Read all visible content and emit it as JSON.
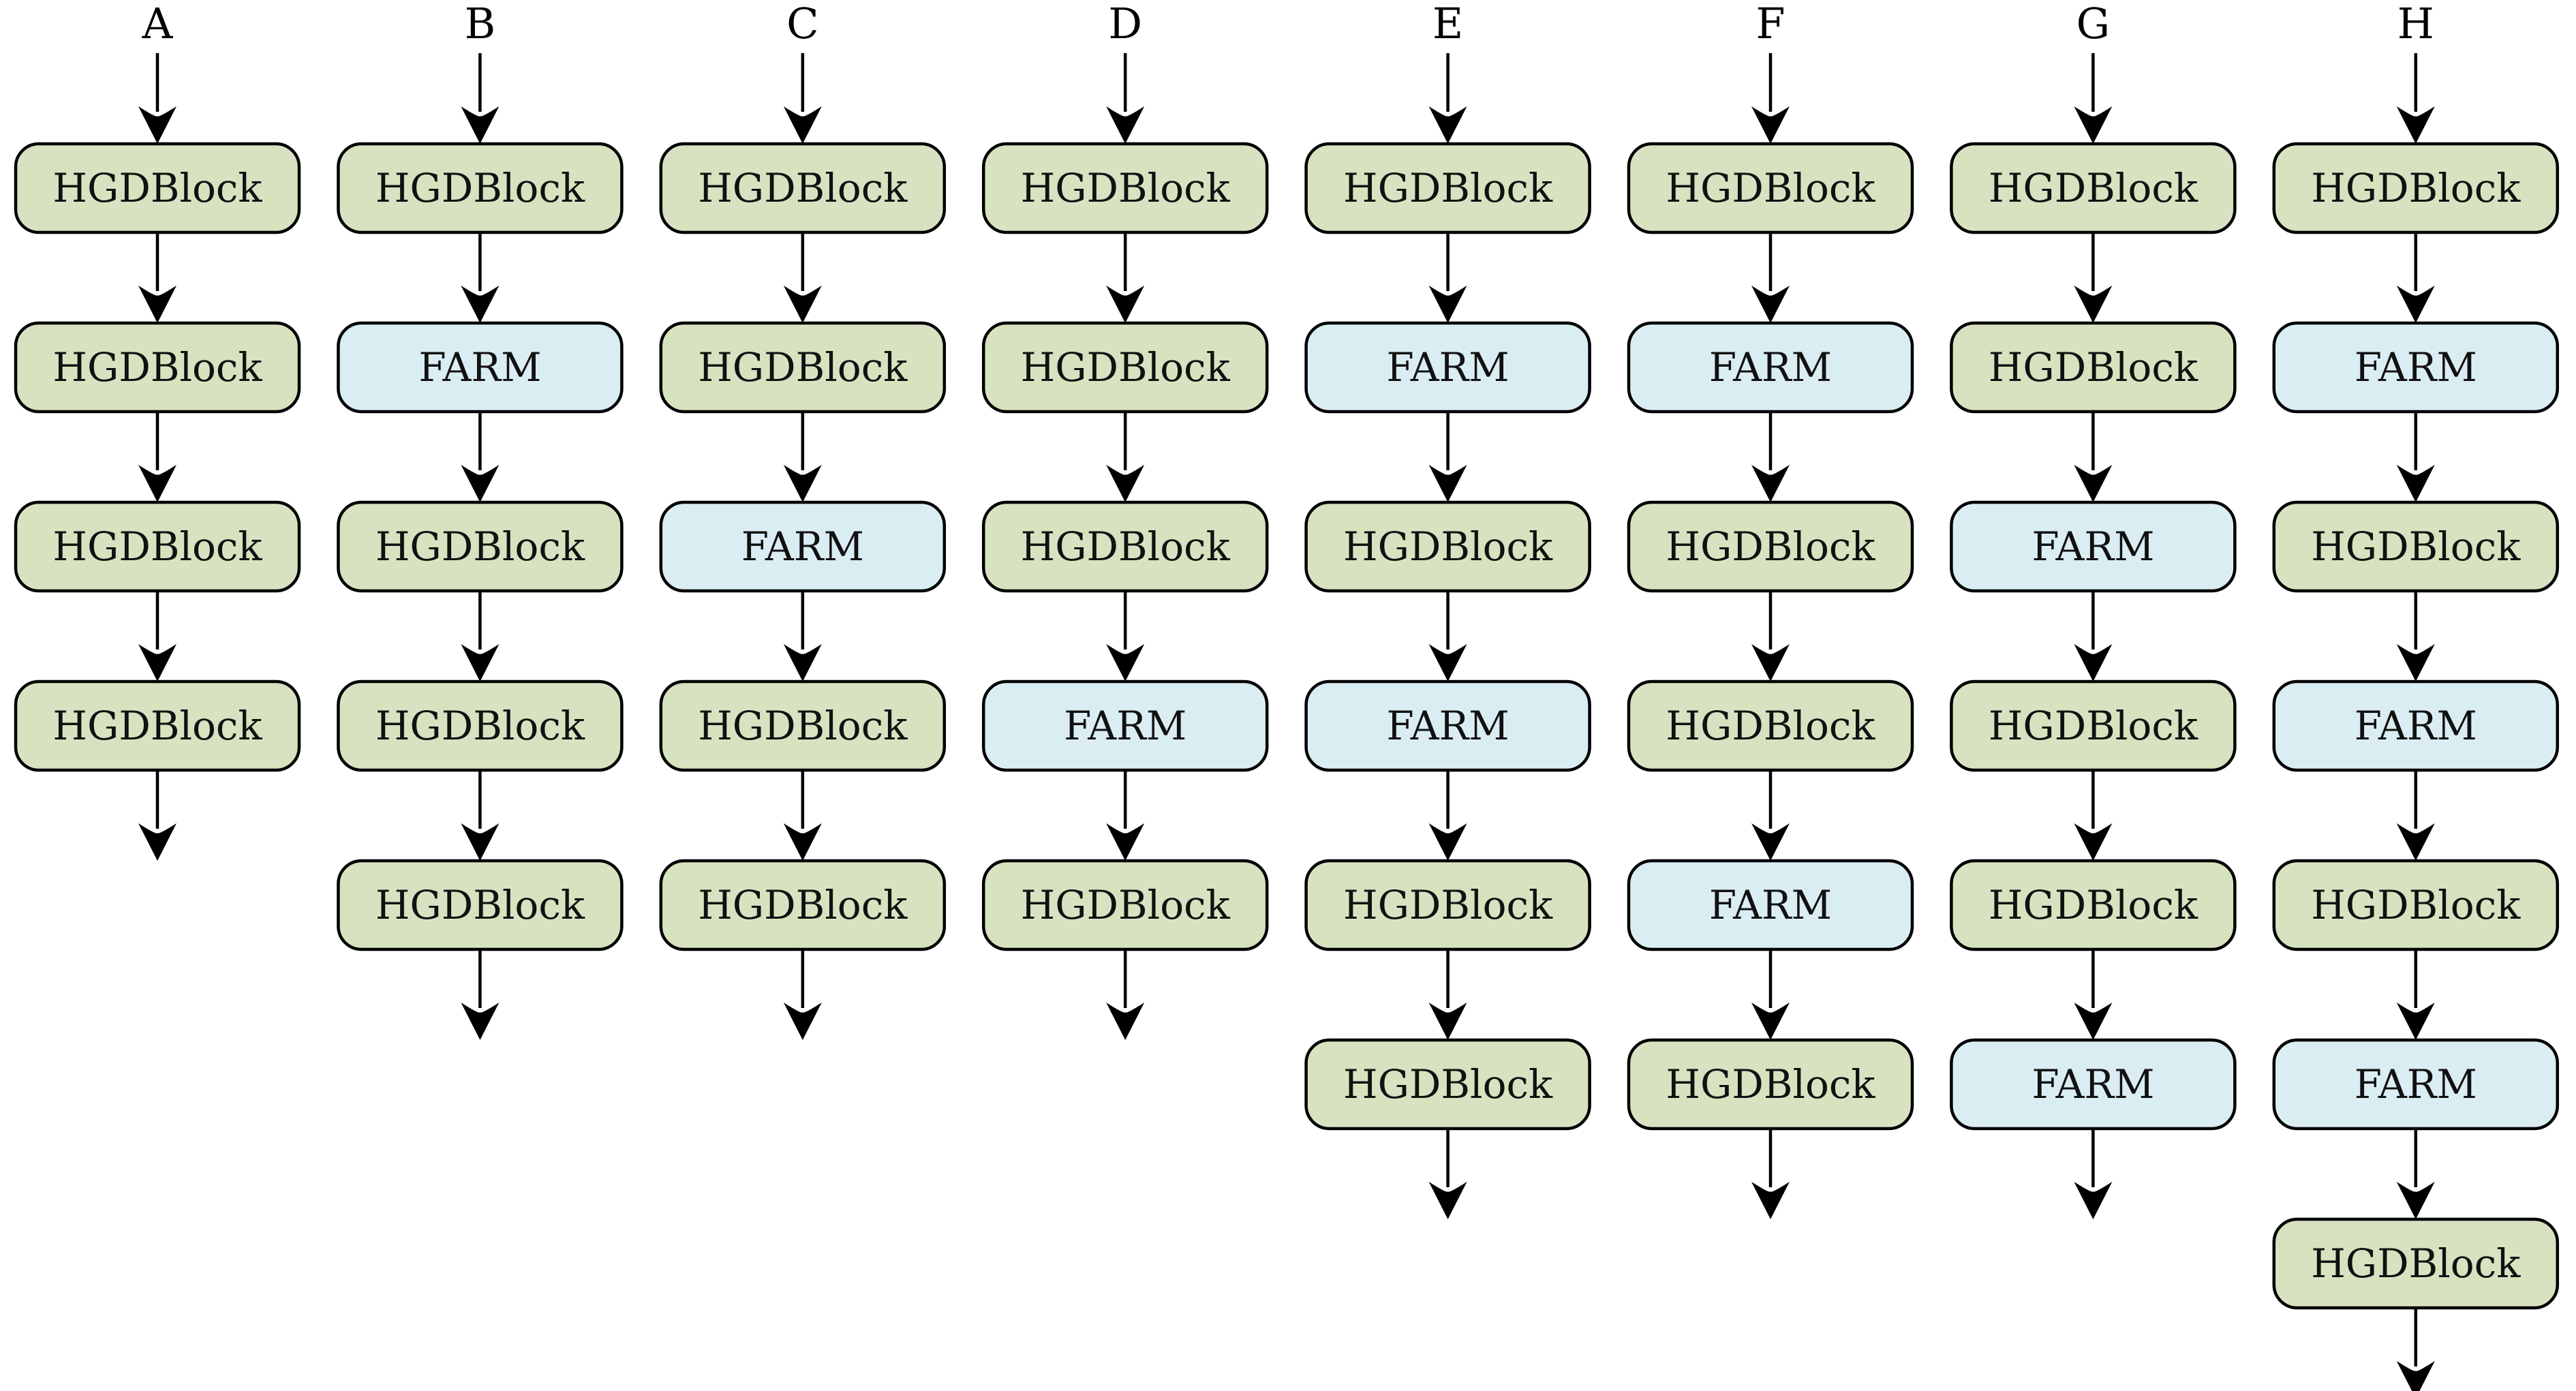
{
  "diagram": {
    "colors": {
      "HGDBlock": "#D7E3C0",
      "FARM": "#DAEDF3",
      "stroke": "#000000"
    },
    "columns": [
      {
        "label": "A",
        "blocks": [
          "HGDBlock",
          "HGDBlock",
          "HGDBlock",
          "HGDBlock"
        ]
      },
      {
        "label": "B",
        "blocks": [
          "HGDBlock",
          "FARM",
          "HGDBlock",
          "HGDBlock",
          "HGDBlock"
        ]
      },
      {
        "label": "C",
        "blocks": [
          "HGDBlock",
          "HGDBlock",
          "FARM",
          "HGDBlock",
          "HGDBlock"
        ]
      },
      {
        "label": "D",
        "blocks": [
          "HGDBlock",
          "HGDBlock",
          "HGDBlock",
          "FARM",
          "HGDBlock"
        ]
      },
      {
        "label": "E",
        "blocks": [
          "HGDBlock",
          "FARM",
          "HGDBlock",
          "FARM",
          "HGDBlock",
          "HGDBlock"
        ]
      },
      {
        "label": "F",
        "blocks": [
          "HGDBlock",
          "FARM",
          "HGDBlock",
          "HGDBlock",
          "FARM",
          "HGDBlock"
        ]
      },
      {
        "label": "G",
        "blocks": [
          "HGDBlock",
          "HGDBlock",
          "FARM",
          "HGDBlock",
          "HGDBlock",
          "FARM"
        ]
      },
      {
        "label": "H",
        "blocks": [
          "HGDBlock",
          "FARM",
          "HGDBlock",
          "FARM",
          "HGDBlock",
          "FARM",
          "HGDBlock"
        ]
      }
    ]
  }
}
